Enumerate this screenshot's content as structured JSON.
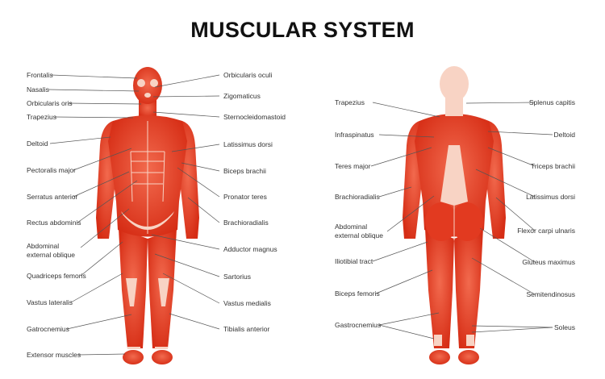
{
  "title": "MUSCULAR SYSTEM",
  "colors": {
    "muscle": "#e8442a",
    "muscle_dark": "#d22d16",
    "skin_light": "#f8d3c4",
    "line": "#555555"
  },
  "front": {
    "left_labels": [
      "Frontalis",
      "Nasalis",
      "Orbicularis oris",
      "Trapezius",
      "Deltoid",
      "Pectoralis major",
      "Serratus anterior",
      "Rectus abdominis",
      "Abdominal external oblique",
      "Quadriceps femoris",
      "Vastus lateralis",
      "Gatrocnemius",
      "Extensor muscles"
    ],
    "right_labels": [
      "Orbicularis oculi",
      "Zigomaticus",
      "Sternocleidomastoid",
      "Latissimus dorsi",
      "Biceps brachii",
      "Pronator teres",
      "Brachioradialis",
      "Adductor magnus",
      "Sartorius",
      "Vastus medialis",
      "Tibialis anterior"
    ]
  },
  "back": {
    "left_labels": [
      "Trapezius",
      "Infraspinatus",
      "Teres major",
      "Brachioradialis",
      "Abdominal external oblique",
      "Iliotibial tract",
      "Biceps femoris",
      "Gastrocnemius"
    ],
    "right_labels": [
      "Splenus capitis",
      "Deltoid",
      "Triceps brachii",
      "Latissimus dorsi",
      "Flexor carpi ulnaris",
      "Gluteus maximus",
      "Semitendinosus",
      "Soleus"
    ]
  }
}
